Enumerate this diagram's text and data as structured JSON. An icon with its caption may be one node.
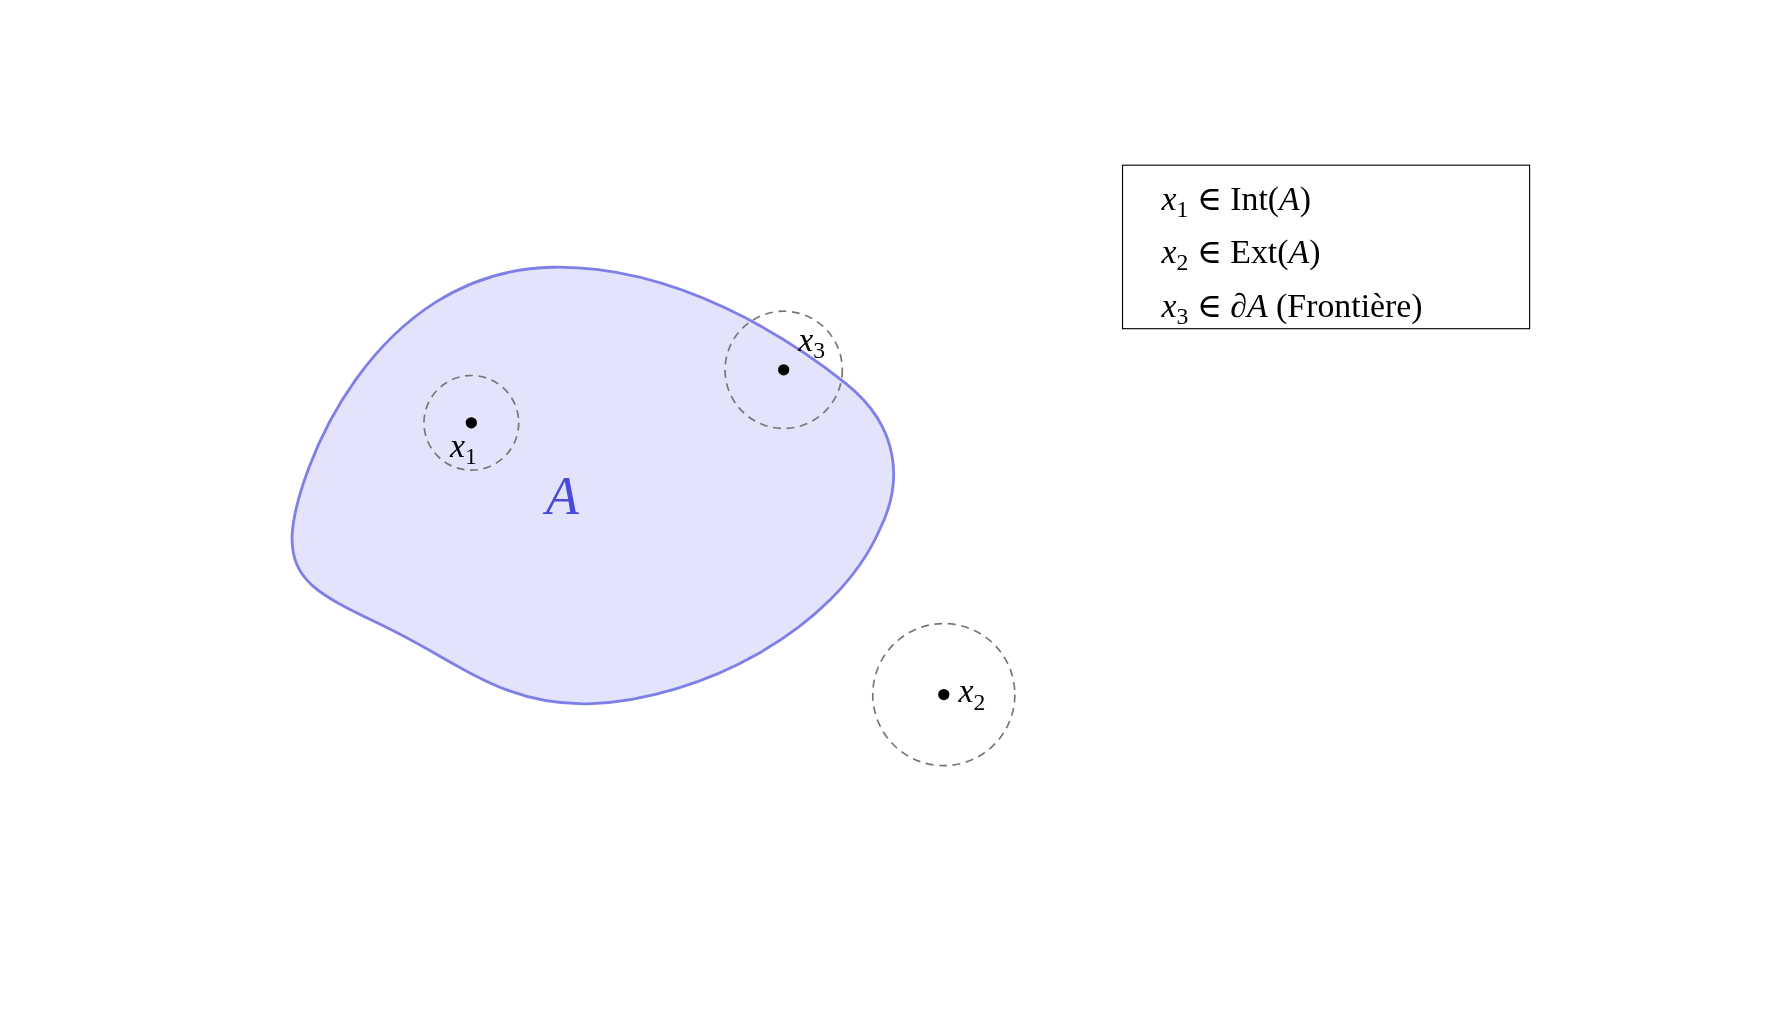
{
  "diagram": {
    "nodes": [
      {
        "text": [
          "*A*"
        ]
      },
      {
        "text": [
          "*x*$_{1}$ ∈ Int(*A*)",
          "*x*$_{2}$ ∈ Ext(*A*)",
          "*x*$_{3}$ ∈ ∂*A* (Frontière)"
        ]
      }
    ],
    "edges": [],
    "labels": [
      "*x*$_{3}$",
      "*x*$_{1}$",
      "*x*$_{2}$"
    ]
  }
}
